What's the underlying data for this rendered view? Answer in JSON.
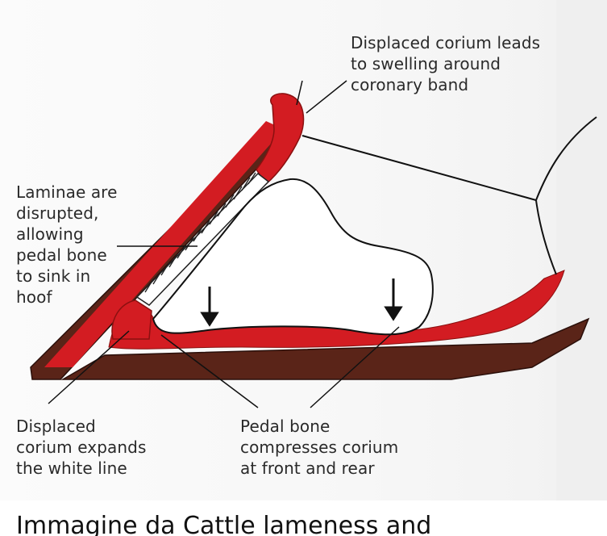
{
  "diagram": {
    "labels": {
      "coronary": "Displaced corium leads\nto swelling around\ncoronary band",
      "laminae": "Laminae are\ndisrupted,\nallowing\npedal bone\nto sink in\nhoof",
      "white_line": "Displaced\ncorium expands\nthe white line",
      "pedal_bone": "Pedal bone\ncompresses corium\nat front and rear"
    },
    "colors": {
      "horn": "#5a2418",
      "corium": "#d31c22",
      "outline": "#111111",
      "bone_fill": "#ffffff"
    }
  },
  "caption": "Immagine da Cattle lameness and"
}
